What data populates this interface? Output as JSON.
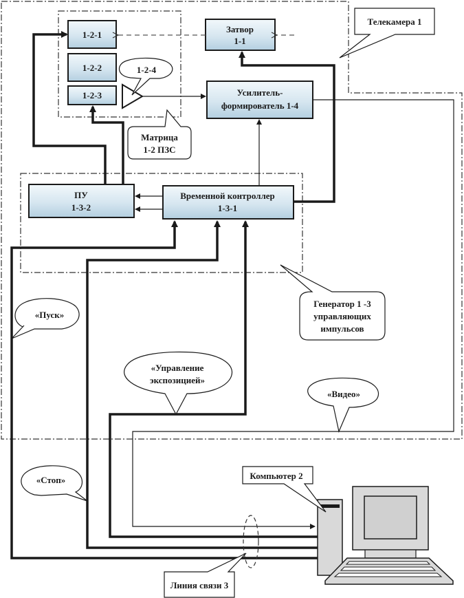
{
  "diagram": {
    "title_callouts": {
      "camera": "Телекамера 1",
      "matrix_line1": "Матрица",
      "matrix_line2": "1-2 ПЗС",
      "generator_line1": "Генератор 1 -3",
      "generator_line2": "управляющих",
      "generator_line3": "импульсов",
      "computer": "Компьютер 2",
      "link": "Линия связи 3"
    },
    "blocks": {
      "b121": "1-2-1",
      "b122": "1-2-2",
      "b123": "1-2-3",
      "b124": "1-2-4",
      "shutter_line1": "Затвор",
      "shutter_line2": "1-1",
      "amp_line1": "Усилитель-",
      "amp_line2": "формирователь 1-4",
      "pu_line1": "ПУ",
      "pu_line2": "1-3-2",
      "timer_line1": "Временной контроллер",
      "timer_line2": "1-3-1"
    },
    "signals": {
      "start": "«Пуск»",
      "exposure_line1": "«Управление",
      "exposure_line2": "экспозицией»",
      "video": "«Видео»",
      "stop": "«Стоп»"
    },
    "colors": {
      "block_top": "#eef5f9",
      "block_bottom": "#b9d3e2",
      "line": "#1a1a1a",
      "pc_fill": "#d9d9d9"
    }
  }
}
